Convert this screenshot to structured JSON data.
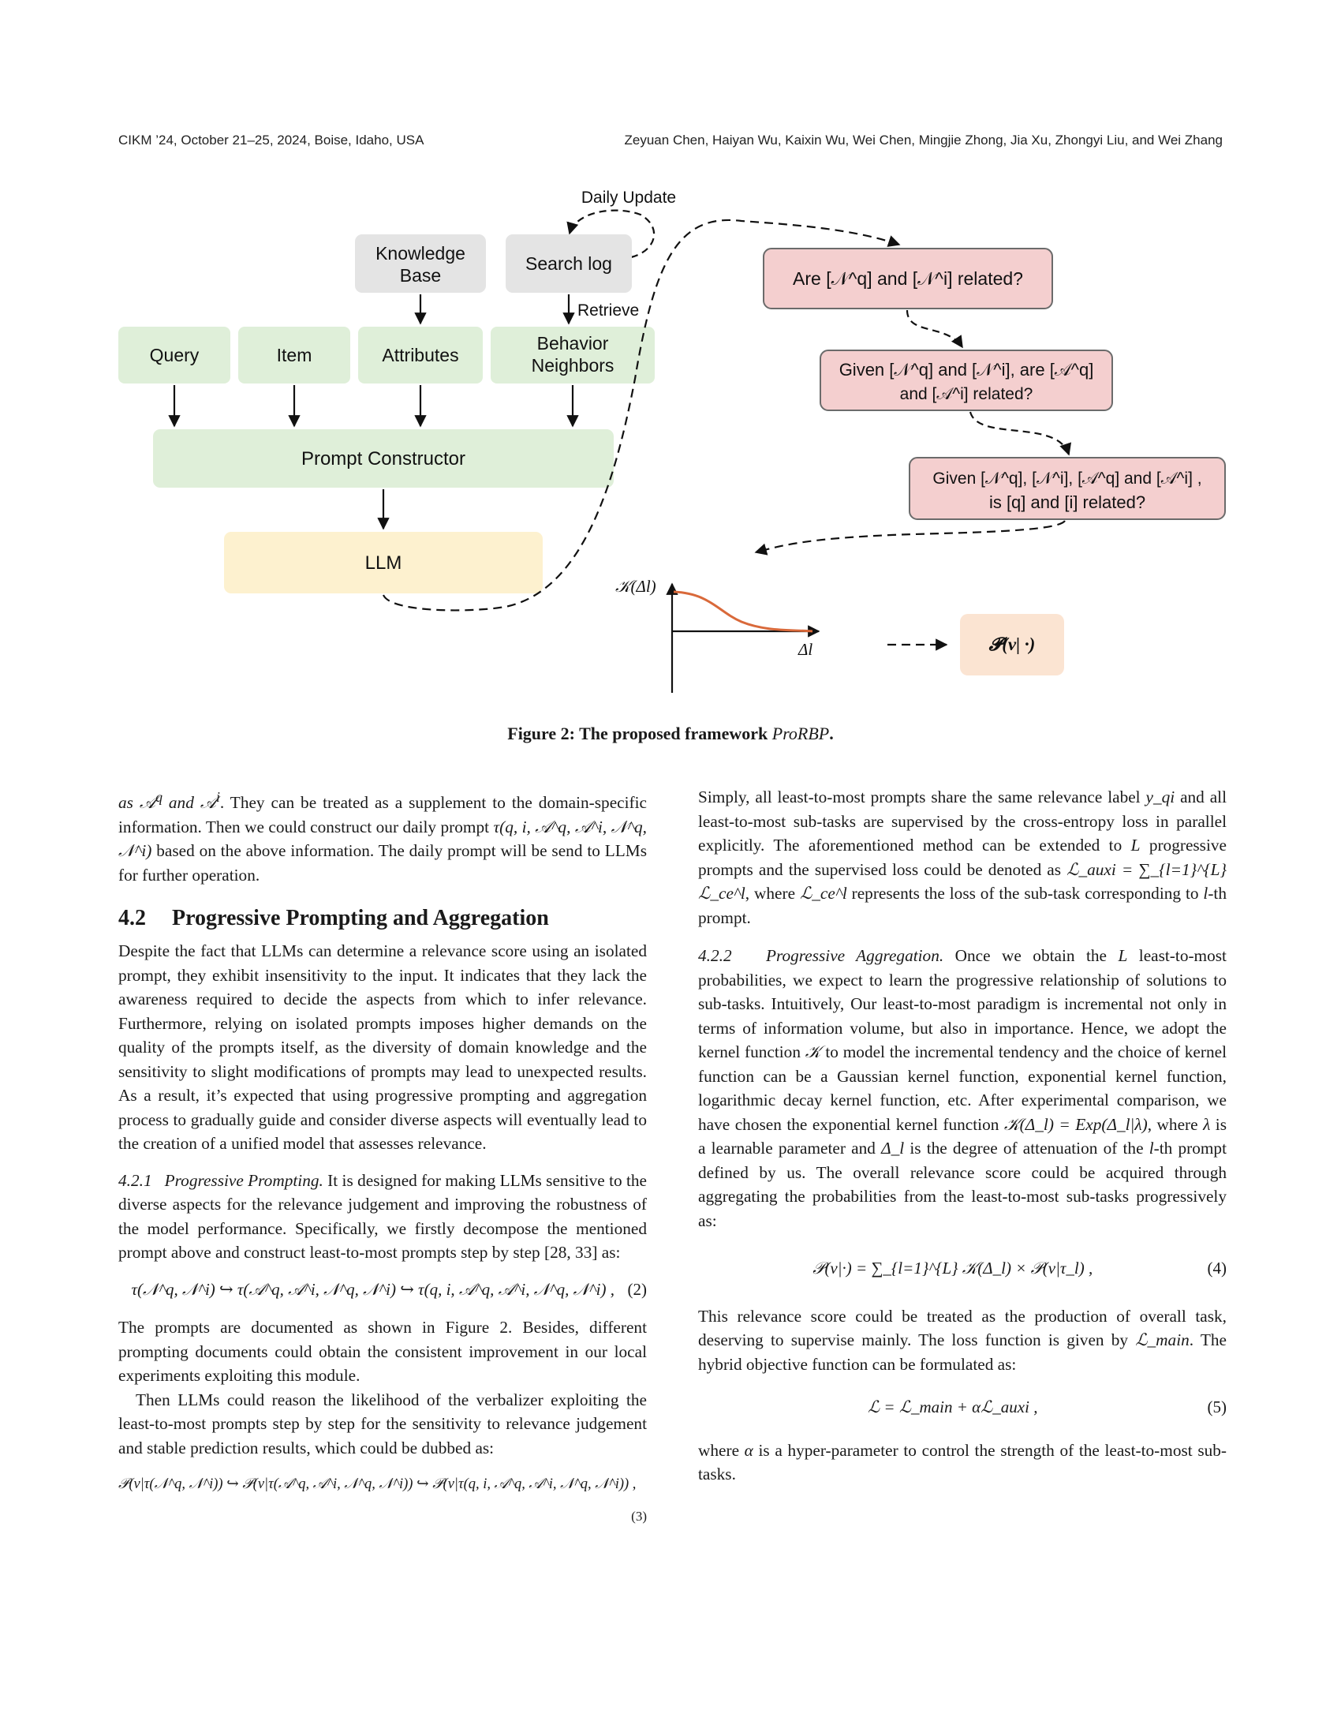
{
  "header": {
    "left": "CIKM ’24, October 21–25, 2024, Boise, Idaho, USA",
    "right": "Zeyuan Chen, Haiyan Wu, Kaixin Wu, Wei Chen, Mingjie Zhong, Jia Xu, Zhongyi Liu, and Wei Zhang"
  },
  "figure": {
    "daily_update": "Daily Update",
    "kb_line1": "Knowledge",
    "kb_line2": "Base",
    "search_log": "Search log",
    "retrieve": "Retrieve",
    "query": "Query",
    "item": "Item",
    "attributes": "Attributes",
    "bn_line1": "Behavior",
    "bn_line2": "Neighbors",
    "prompt_constructor": "Prompt Constructor",
    "llm": "LLM",
    "q1": "Are [𝒩^q] and [𝒩^i] related?",
    "q2_line1": "Given [𝒩^q] and [𝒩^i], are [𝒜^q]",
    "q2_line2": "and [𝒜^i] related?",
    "q3_line1": "Given [𝒩^q], [𝒩^i], [𝒜^q] and [𝒜^i] ,",
    "q3_line2": "is [q] and [i] related?",
    "kernel_axis_y": "𝒦(Δl)",
    "kernel_axis_x": "Δl",
    "output": "𝓟(v| ·)",
    "colors": {
      "green": "#dfefd9",
      "gray": "#e4e4e4",
      "yellow": "#fdf1cf",
      "pink": "#f4cfcf",
      "pink_border": "#6b6b6b",
      "peach": "#fbe4d2",
      "curve": "#d9693a"
    }
  },
  "caption": {
    "prefix": "Figure 2: The proposed framework ",
    "name": "ProRBP",
    "suffix": "."
  },
  "left_col": {
    "p1_a": "as 𝒜",
    "p1_b": " and 𝒜",
    "p1_c": ". They can be treated as a supplement to the domain-specific information. Then we could construct our daily prompt ",
    "p1_tau": "τ(q, i, 𝒜^q, 𝒜^i, 𝒩^q, 𝒩^i)",
    "p1_d": " based on the above information. The daily prompt will be send to LLMs for further operation.",
    "sec_num": "4.2",
    "sec_title": "Progressive Prompting and Aggregation",
    "p2": "Despite the fact that LLMs can determine a relevance score using an isolated prompt, they exhibit insensitivity to the input. It indicates that they lack the awareness required to decide the aspects from which to infer relevance. Furthermore, relying on isolated prompts imposes higher demands on the quality of the prompts itself, as the diversity of domain knowledge and the sensitivity to slight modifications of prompts may lead to unexpected results. As a result, it’s expected that using progressive prompting and aggregation process to gradually guide and consider diverse aspects will eventually lead to the creation of a unified model that assesses relevance.",
    "sub1_num": "4.2.1",
    "sub1_title": "Progressive Prompting.",
    "p3": " It is designed for making LLMs sensitive to the diverse aspects for the relevance judgement and improving the robustness of the model performance. Specifically, we firstly decompose the mentioned prompt above and construct least-to-most prompts step by step [28, 33] as:",
    "eq2": "τ(𝒩^q, 𝒩^i) ↪ τ(𝒜^q, 𝒜^i, 𝒩^q, 𝒩^i) ↪ τ(q, i, 𝒜^q, 𝒜^i, 𝒩^q, 𝒩^i) ,",
    "eq2_num": "(2)",
    "p4": "The prompts are documented as shown in Figure 2. Besides, different prompting documents could obtain the consistent improvement in our local experiments exploiting this module.",
    "p5": "Then LLMs could reason the likelihood of the verbalizer exploiting the least-to-most prompts step by step for the sensitivity to relevance judgement and stable prediction results, which could be dubbed as:",
    "eq3": "𝒫(v|τ(𝒩^q, 𝒩^i)) ↪ 𝒫(v|τ(𝒜^q, 𝒜^i, 𝒩^q, 𝒩^i)) ↪ 𝒫(v|τ(q, i, 𝒜^q, 𝒜^i, 𝒩^q, 𝒩^i)) ,",
    "eq3_num": "(3)"
  },
  "right_col": {
    "p1_a": "Simply, all least-to-most prompts share the same relevance label ",
    "p1_y": "y_qi",
    "p1_b": " and all least-to-most sub-tasks are supervised by the cross-entropy loss in parallel explicitly. The aforementioned method can be extended to ",
    "p1_L": "L",
    "p1_c": " progressive prompts and the supervised loss could be denoted as ",
    "p1_loss": "ℒ_auxi = ∑_{l=1}^{L} ℒ_ce^l",
    "p1_d": ", where ",
    "p1_lce": "ℒ_ce^l",
    "p1_e": " represents the loss of the sub-task corresponding to ",
    "p1_l": "l",
    "p1_f": "-th prompt.",
    "sub2_num": "4.2.2",
    "sub2_title": "Progressive Aggregation.",
    "p2_a": " Once we obtain the ",
    "p2_b": " least-to-most probabilities, we expect to learn the progressive relationship of solutions to sub-tasks. Intuitively, Our least-to-most paradigm is incremental not only in terms of information volume, but also in importance. Hence, we adopt the kernel function ",
    "p2_K": "𝒦",
    "p2_c": " to model the incremental tendency and the choice of kernel function can be a Gaussian kernel function, exponential kernel function, logarithmic decay kernel function, etc. After experimental comparison, we have chosen the exponential kernel function ",
    "p2_kexp": "𝒦(Δ_l) = Exp(Δ_l|λ)",
    "p2_d": ", where ",
    "p2_lambda": "λ",
    "p2_e": " is a learnable parameter and ",
    "p2_delta": "Δ_l",
    "p2_f": " is the degree of attenuation of the ",
    "p2_g": "-th prompt defined by us. The overall relevance score could be acquired through aggregating the probabilities from the least-to-most sub-tasks progressively as:",
    "eq4": "𝒫(v|·) = ∑_{l=1}^{L} 𝒦(Δ_l) × 𝒫(v|τ_l) ,",
    "eq4_num": "(4)",
    "p3_a": "This relevance score could be treated as the production of overall task, deserving to supervise mainly. The loss function is given by ",
    "p3_main": "ℒ_main",
    "p3_b": ". The hybrid objective function can be formulated as:",
    "eq5": "ℒ = ℒ_main + αℒ_auxi ,",
    "eq5_num": "(5)",
    "p4_a": "where ",
    "p4_alpha": "α",
    "p4_b": " is a hyper-parameter to control the strength of the least-to-most sub-tasks."
  }
}
